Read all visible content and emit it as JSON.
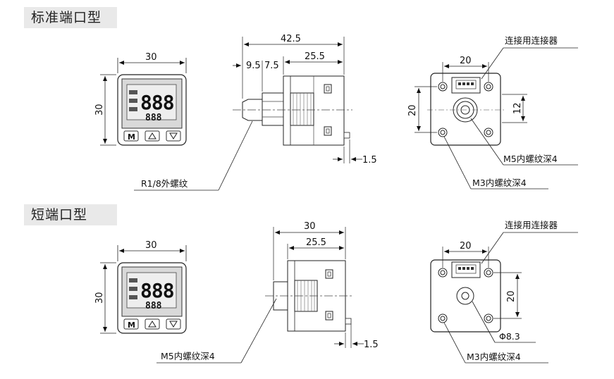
{
  "sections": [
    {
      "title": "标准端口型"
    },
    {
      "title": "短端口型"
    }
  ],
  "display": {
    "main_digits": "888",
    "sub_digits": "888",
    "btn_mode": "M",
    "btn_up": "▲",
    "btn_down": "▼"
  },
  "standard": {
    "front_width": "30",
    "front_height": "30",
    "side_total": "42.5",
    "side_body": "25.5",
    "side_port": "9.5",
    "side_hex": "7.5",
    "side_tab": "1.5",
    "thread_label": "R1/8外螺纹",
    "rear_connector_label": "连接用连接器",
    "rear_width": "20",
    "rear_height": "20",
    "rear_small": "12",
    "rear_port_label": "M5内螺纹深4",
    "rear_mount_label": "M3内螺纹深4"
  },
  "short": {
    "front_width": "30",
    "front_height": "30",
    "side_total": "30",
    "side_body": "25.5",
    "side_tab": "1.5",
    "port_label": "M5内螺纹深4",
    "rear_connector_label": "连接用连接器",
    "rear_width": "20",
    "rear_height": "20",
    "rear_dia": "Φ8.3",
    "rear_mount_label": "M3内螺纹深4"
  }
}
